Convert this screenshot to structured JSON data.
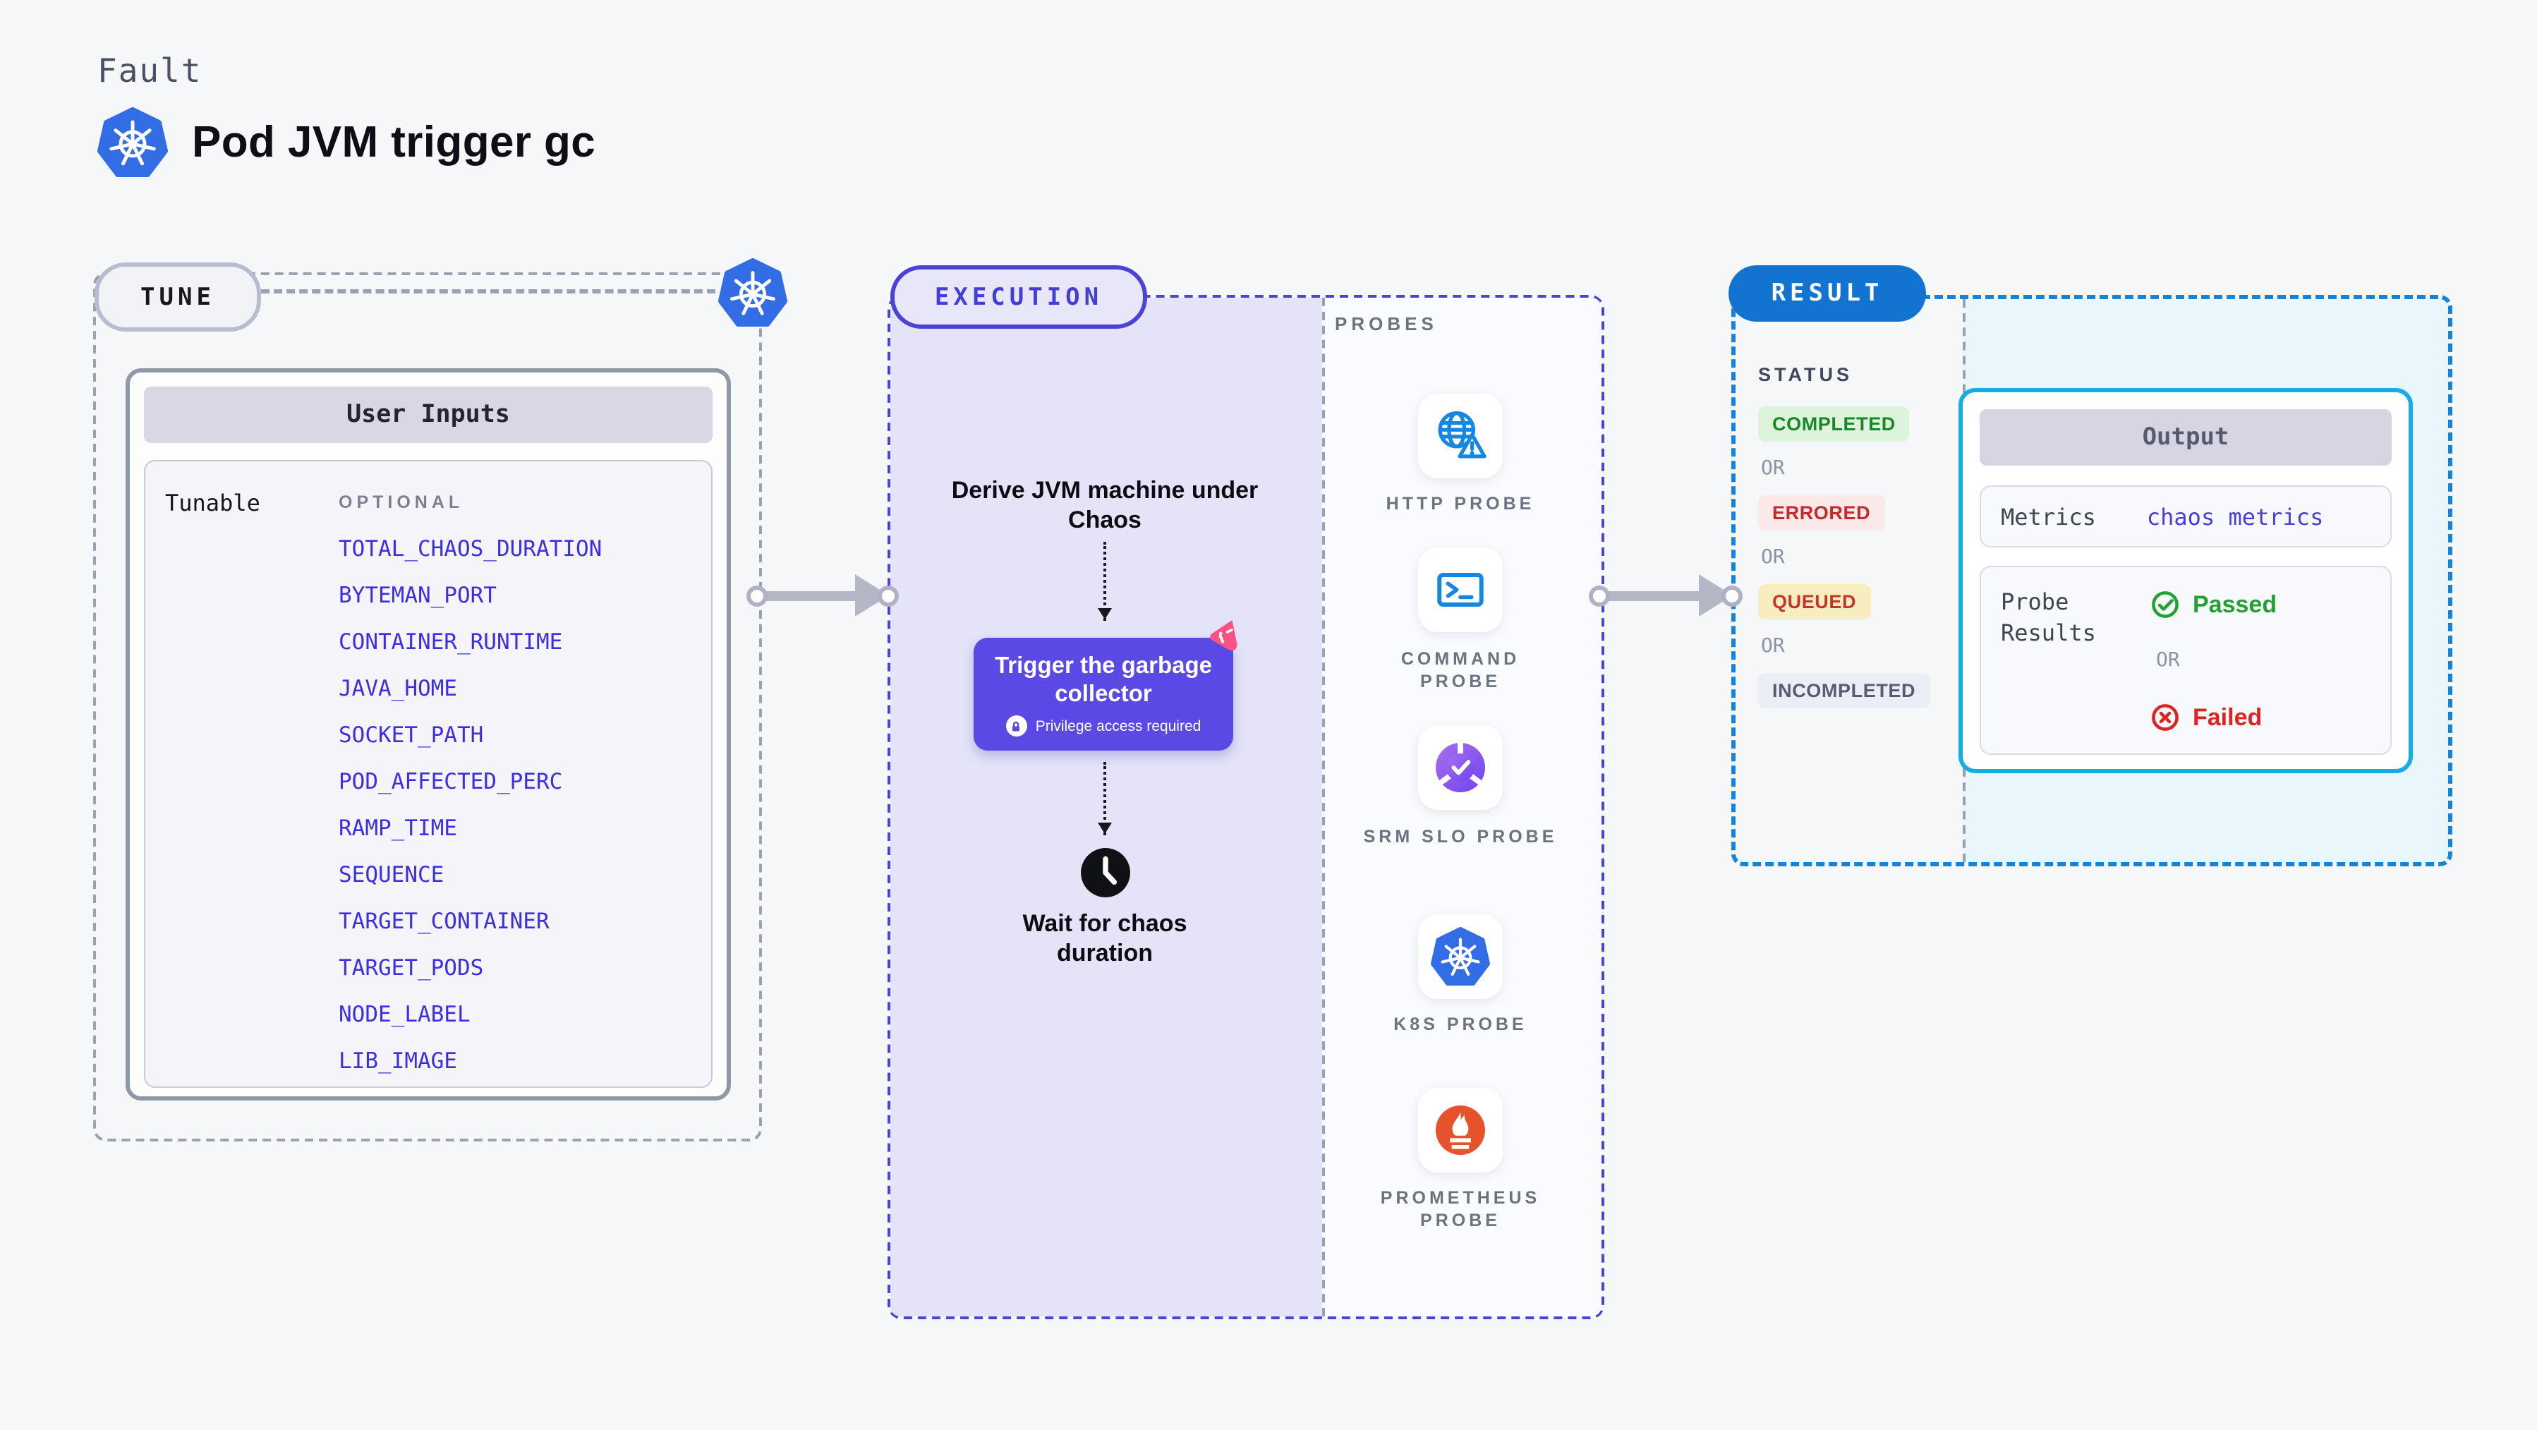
{
  "header": {
    "kicker": "Fault",
    "title": "Pod JVM trigger gc",
    "title_icon": "kubernetes-icon"
  },
  "tune": {
    "badge": "TUNE",
    "corner_icon": "kubernetes-icon",
    "card": {
      "title": "User Inputs",
      "group_label": "Tunable",
      "requirement_label": "OPTIONAL",
      "inputs": [
        "TOTAL_CHAOS_DURATION",
        "BYTEMAN_PORT",
        "CONTAINER_RUNTIME",
        "JAVA_HOME",
        "SOCKET_PATH",
        "POD_AFFECTED_PERC",
        "RAMP_TIME",
        "SEQUENCE",
        "TARGET_CONTAINER",
        "TARGET_PODS",
        "NODE_LABEL",
        "LIB_IMAGE"
      ]
    }
  },
  "execution": {
    "badge": "EXECUTION",
    "steps": {
      "derive": "Derive JVM machine under Chaos",
      "trigger": "Trigger the garbage collector",
      "privilege": "Privilege access required",
      "wait": "Wait for chaos duration"
    }
  },
  "probes": {
    "label": "PROBES",
    "items": [
      {
        "label": "HTTP PROBE",
        "icon": "globe-alert-icon"
      },
      {
        "label": "COMMAND PROBE",
        "icon": "terminal-icon"
      },
      {
        "label": "SRM SLO PROBE",
        "icon": "slo-gauge-icon"
      },
      {
        "label": "K8S PROBE",
        "icon": "kubernetes-icon"
      },
      {
        "label": "PROMETHEUS PROBE",
        "icon": "prometheus-icon"
      }
    ]
  },
  "result": {
    "badge": "RESULT",
    "status_label": "STATUS",
    "or_label": "OR",
    "statuses": [
      {
        "label": "COMPLETED",
        "state": "completed"
      },
      {
        "label": "ERRORED",
        "state": "errored"
      },
      {
        "label": "QUEUED",
        "state": "queued"
      },
      {
        "label": "INCOMPLETED",
        "state": "incompleted"
      }
    ],
    "output": {
      "title": "Output",
      "metrics_label": "Metrics",
      "metrics_value": "chaos metrics",
      "probe_results_label": "Probe Results",
      "passed": "Passed",
      "failed": "Failed"
    }
  },
  "colors": {
    "page_bg": "#f6f7f9",
    "indigo_accent": "#4a44d6",
    "lavender_bg": "#e4e3f8",
    "trigger_button": "#5a49e4",
    "result_blue": "#1273d0",
    "result_border": "#1583d8",
    "output_border": "#16ade2",
    "kubernetes_blue": "#326de6",
    "probe_blue": "#1487e5",
    "prometheus_orange": "#e6522c",
    "passed_green": "#23a033",
    "failed_red": "#da2620",
    "completed_green": "#1c8727",
    "errored_red": "#c52a28",
    "queued_amber": "#bf3a26",
    "pink_deco": "#fb5286",
    "arrow_gray": "#b5b7c6",
    "env_var_blue": "#3c2fe3"
  }
}
